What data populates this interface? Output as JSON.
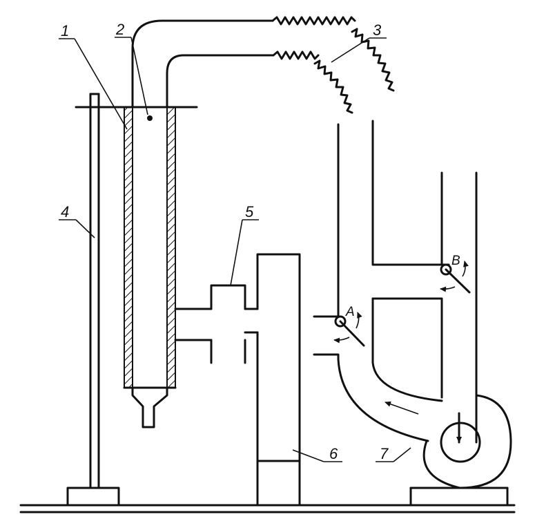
{
  "callouts": {
    "c1": "1",
    "c2": "2",
    "c3": "3",
    "c4": "4",
    "c5": "5",
    "c6": "6",
    "c7": "7"
  },
  "valves": {
    "a": "A",
    "b": "B"
  },
  "colors": {
    "line": "#111111",
    "background": "#ffffff"
  }
}
